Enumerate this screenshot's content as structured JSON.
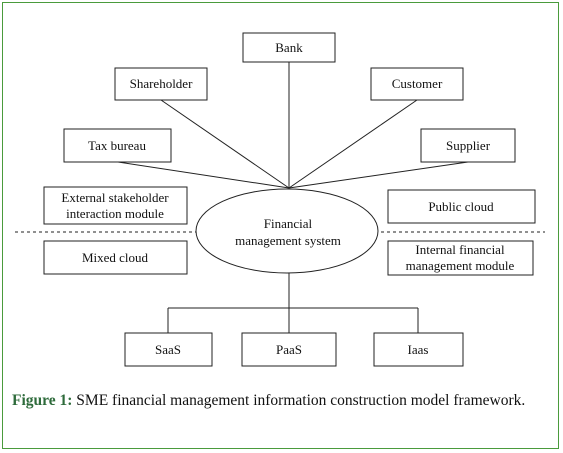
{
  "nodes": {
    "bank": "Bank",
    "shareholder": "Shareholder",
    "customer": "Customer",
    "tax_bureau": "Tax bureau",
    "supplier": "Supplier",
    "external_module": [
      "External stakeholder",
      "interaction module"
    ],
    "public_cloud": "Public cloud",
    "center": [
      "Financial",
      "management system"
    ],
    "mixed_cloud": "Mixed cloud",
    "internal_module": [
      "Internal financial",
      "management module"
    ],
    "saas": "SaaS",
    "paas": "PaaS",
    "iaas": "Iaas"
  },
  "caption": {
    "label": "Figure 1:",
    "text": " SME financial management information construction model framework."
  }
}
